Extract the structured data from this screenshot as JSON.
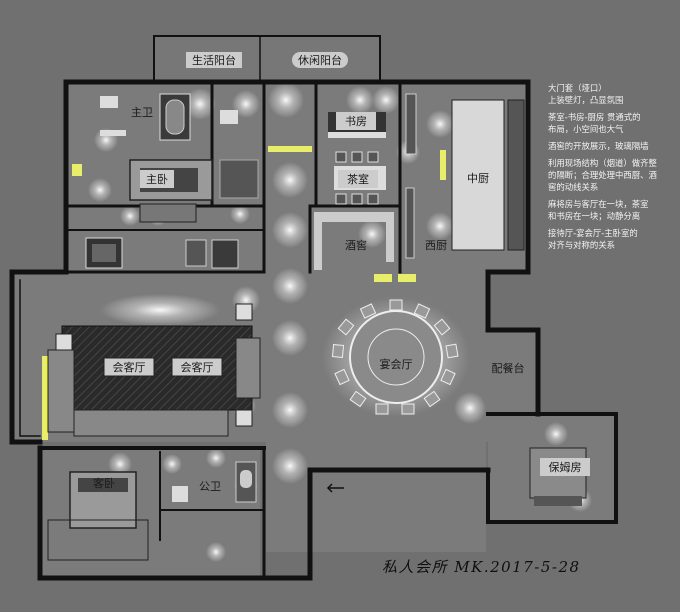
{
  "rooms": {
    "living_balcony": "生活阳台",
    "leisure_balcony": "休闲阳台",
    "master_bath": "主卫",
    "master_bedroom": "主卧",
    "study": "书房",
    "tea_room": "茶室",
    "chinese_kitchen": "中厨",
    "wine_cellar": "酒窖",
    "western_kitchen": "西厨",
    "reception_left": "会客厅",
    "reception_right": "会客厅",
    "banquet_hall": "宴会厅",
    "serving_station": "配餐台",
    "nanny_room": "保姆房",
    "guest_bedroom": "客卧",
    "public_bath": "公卫"
  },
  "notes": [
    "大门套（垭口）\n上装壁灯，凸显氛围",
    "茶室-书房-厨房 贯通式的\n布局，小空间也大气",
    "酒窖的开放展示，玻璃隔墙",
    "利用现场结构（烟道）做齐整\n的隔断；合理处理中西厨、酒\n窖的动线关系",
    "麻将房与客厅在一块，茶室\n和书房在一块；动静分离",
    "接待厅-宴会厅-主卧室的\n对齐与对称的关系"
  ],
  "signature": "私人会所  MK.2017-5-28",
  "colors": {
    "background": "#707070",
    "wall": "#111111",
    "floor": "#7d7d7d",
    "light_glow": "#ffffff",
    "accent_yellow": "#e8ee6a"
  }
}
